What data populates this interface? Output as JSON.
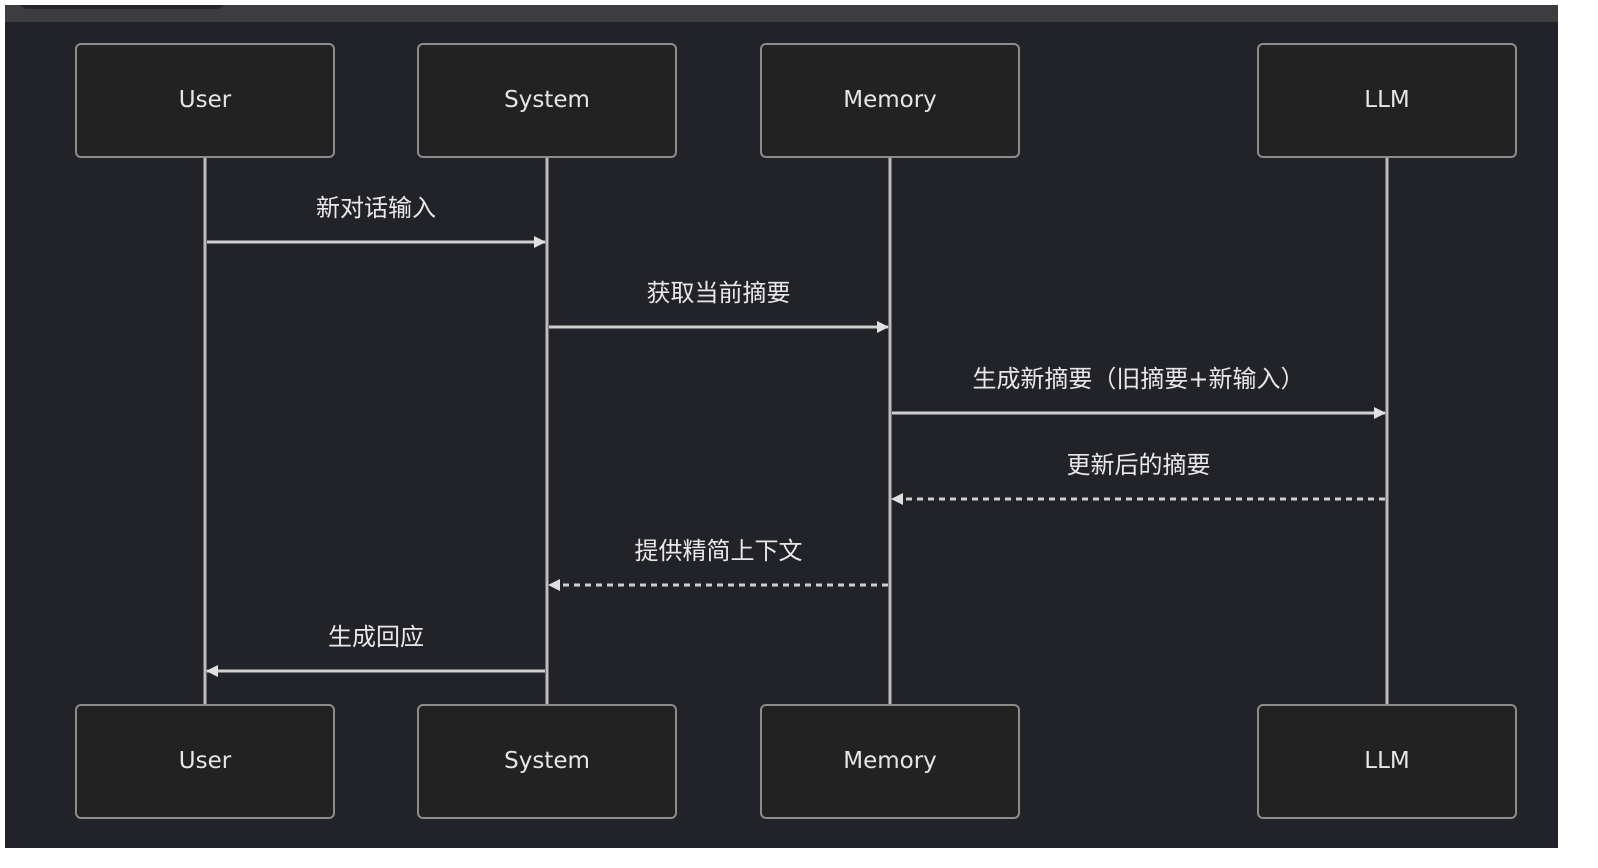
{
  "diagram": {
    "type": "sequence",
    "participants": [
      {
        "id": "user",
        "label": "User"
      },
      {
        "id": "system",
        "label": "System"
      },
      {
        "id": "memory",
        "label": "Memory"
      },
      {
        "id": "llm",
        "label": "LLM"
      }
    ],
    "messages": [
      {
        "from": "user",
        "to": "system",
        "label": "新对话输入",
        "style": "solid"
      },
      {
        "from": "system",
        "to": "memory",
        "label": "获取当前摘要",
        "style": "solid"
      },
      {
        "from": "memory",
        "to": "llm",
        "label": "生成新摘要（旧摘要+新输入）",
        "style": "solid"
      },
      {
        "from": "llm",
        "to": "memory",
        "label": "更新后的摘要",
        "style": "dashed"
      },
      {
        "from": "memory",
        "to": "system",
        "label": "提供精简上下文",
        "style": "dashed"
      },
      {
        "from": "system",
        "to": "user",
        "label": "生成回应",
        "style": "solid"
      }
    ]
  },
  "colors": {
    "background": "#212328",
    "box_fill": "#222222",
    "box_border": "#8c8c8c",
    "line": "#cfcfcf",
    "text": "#e6e6e6"
  }
}
